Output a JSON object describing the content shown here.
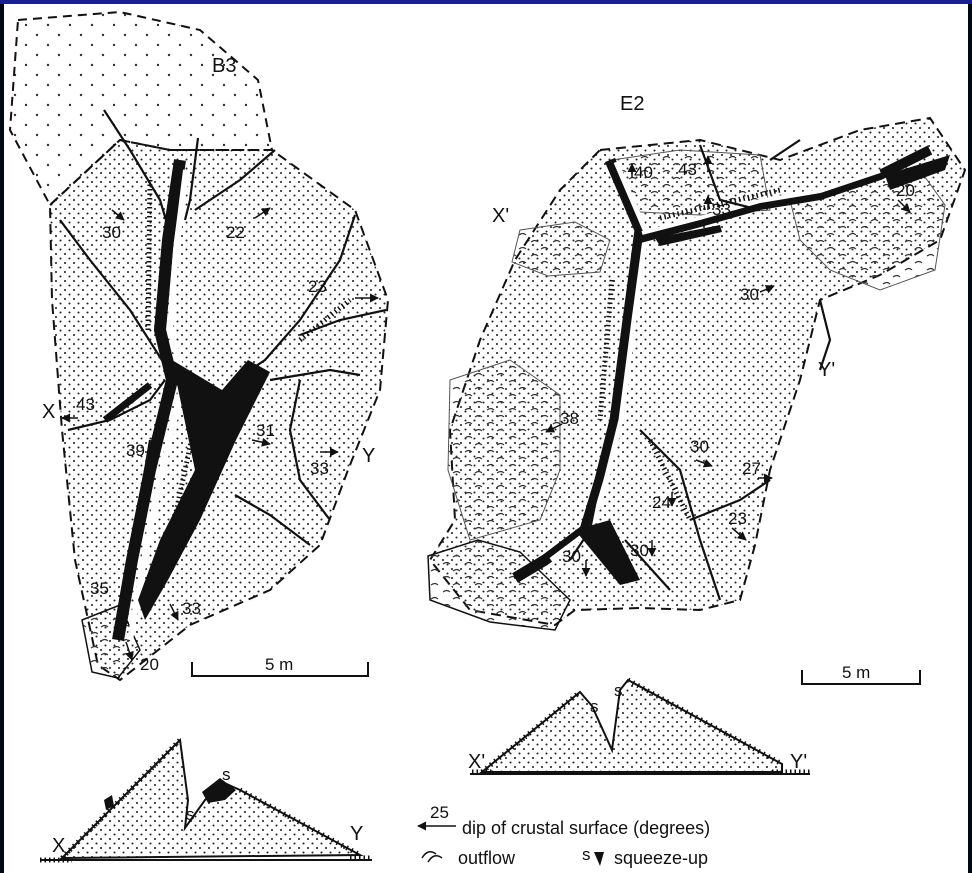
{
  "diagram": {
    "maps": [
      {
        "name": "B3",
        "section_ends": [
          "X",
          "Y"
        ],
        "scale_label": "5 m",
        "dips": [
          "30",
          "22",
          "23",
          "43",
          "39",
          "31",
          "33",
          "35",
          "33",
          "20"
        ]
      },
      {
        "name": "E2",
        "section_ends": [
          "X'",
          "Y'"
        ],
        "scale_label": "5 m",
        "dips": [
          "40",
          "43",
          "33",
          "20",
          "30",
          "38",
          "30",
          "27",
          "24",
          "23",
          "30",
          "30"
        ]
      }
    ],
    "section_marks": [
      "s",
      "s"
    ],
    "legend": {
      "dip_value": "25",
      "dip_text": "dip of crustal surface (degrees)",
      "outflow_text": "outflow",
      "squeeze_symbol": "s",
      "squeeze_text": "squeeze-up"
    },
    "colors": {
      "ink": "#111111",
      "paper": "#ffffff",
      "border": "#000814",
      "accent": "#1a1f8f"
    }
  }
}
